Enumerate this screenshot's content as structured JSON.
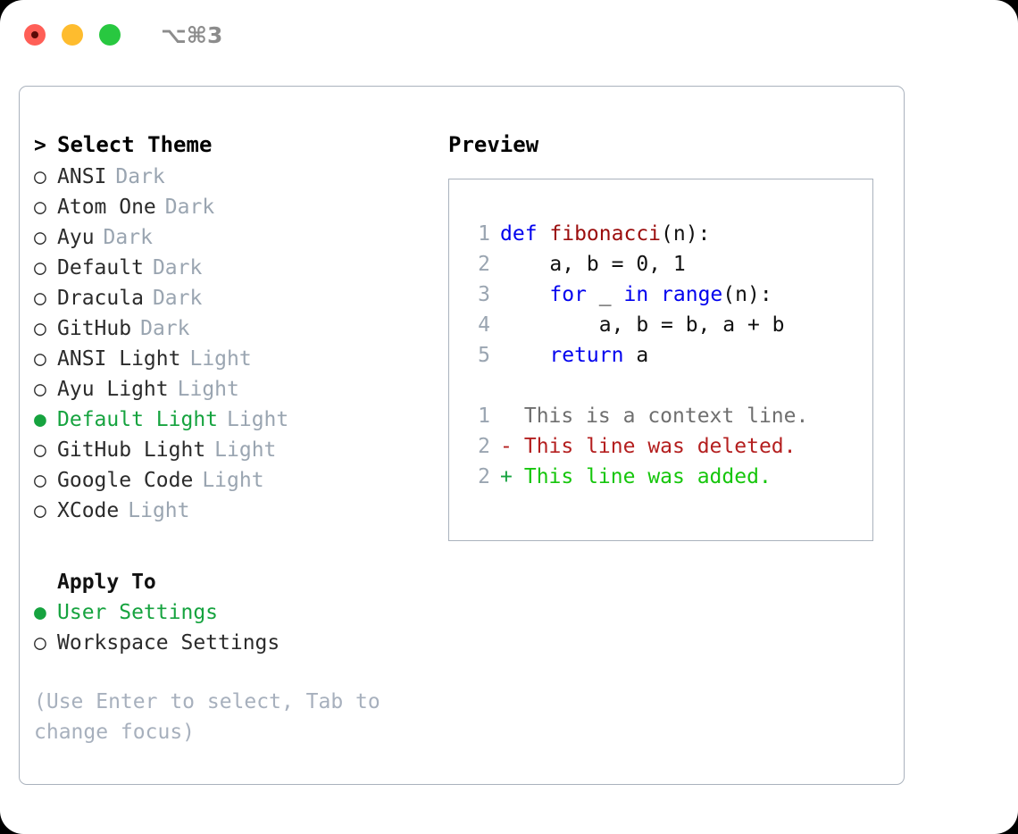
{
  "window": {
    "shortcut": "⌥⌘3",
    "traffic_lights": [
      {
        "name": "close",
        "color": "#ff5f57"
      },
      {
        "name": "minimize",
        "color": "#febc2e"
      },
      {
        "name": "maximize",
        "color": "#28c840"
      }
    ]
  },
  "theme_list": {
    "header_prefix": ">",
    "header": "Select Theme",
    "items": [
      {
        "marker": "○",
        "name": "ANSI",
        "tag": "Dark",
        "selected": false
      },
      {
        "marker": "○",
        "name": "Atom One",
        "tag": "Dark",
        "selected": false
      },
      {
        "marker": "○",
        "name": "Ayu",
        "tag": "Dark",
        "selected": false
      },
      {
        "marker": "○",
        "name": "Default",
        "tag": "Dark",
        "selected": false
      },
      {
        "marker": "○",
        "name": "Dracula",
        "tag": "Dark",
        "selected": false
      },
      {
        "marker": "○",
        "name": "GitHub",
        "tag": "Dark",
        "selected": false
      },
      {
        "marker": "○",
        "name": "ANSI Light",
        "tag": "Light",
        "selected": false
      },
      {
        "marker": "○",
        "name": "Ayu Light",
        "tag": "Light",
        "selected": false
      },
      {
        "marker": "●",
        "name": "Default Light",
        "tag": "Light",
        "selected": true
      },
      {
        "marker": "○",
        "name": "GitHub Light",
        "tag": "Light",
        "selected": false
      },
      {
        "marker": "○",
        "name": "Google Code",
        "tag": "Light",
        "selected": false
      },
      {
        "marker": "○",
        "name": "XCode",
        "tag": "Light",
        "selected": false
      }
    ]
  },
  "apply_to": {
    "header": "Apply To",
    "items": [
      {
        "marker": "●",
        "label": "User Settings",
        "selected": true
      },
      {
        "marker": "○",
        "label": "Workspace Settings",
        "selected": false
      }
    ]
  },
  "hint": "(Use Enter to select, Tab to change focus)",
  "preview": {
    "title": "Preview",
    "code_lines": [
      {
        "lineno": "1",
        "marker": "",
        "tokens": [
          {
            "text": "def ",
            "type": "kw"
          },
          {
            "text": "fibonacci",
            "type": "fn"
          },
          {
            "text": "(n):",
            "type": "plain"
          }
        ]
      },
      {
        "lineno": "2",
        "marker": "",
        "tokens": [
          {
            "text": "    a, b = 0, 1",
            "type": "plain"
          }
        ]
      },
      {
        "lineno": "3",
        "marker": "",
        "tokens": [
          {
            "text": "    ",
            "type": "plain"
          },
          {
            "text": "for",
            "type": "kw"
          },
          {
            "text": " _ ",
            "type": "plain"
          },
          {
            "text": "in",
            "type": "kw"
          },
          {
            "text": " ",
            "type": "plain"
          },
          {
            "text": "range",
            "type": "kw"
          },
          {
            "text": "(n):",
            "type": "plain"
          }
        ]
      },
      {
        "lineno": "4",
        "marker": "",
        "tokens": [
          {
            "text": "        a, b = b, a + b",
            "type": "plain"
          }
        ]
      },
      {
        "lineno": "5",
        "marker": "",
        "tokens": [
          {
            "text": "    ",
            "type": "plain"
          },
          {
            "text": "return",
            "type": "kw"
          },
          {
            "text": " a",
            "type": "plain"
          }
        ]
      }
    ],
    "diff_lines": [
      {
        "lineno": "1",
        "marker": " ",
        "kind": "ctx",
        "text": " This is a context line."
      },
      {
        "lineno": "2",
        "marker": "-",
        "kind": "del",
        "text": " This line was deleted."
      },
      {
        "lineno": "2",
        "marker": "+",
        "kind": "add",
        "text": " This line was added."
      }
    ]
  },
  "colors": {
    "accent_green": "#16a33f",
    "diff_add": "#16c60c",
    "diff_del": "#b41f1f",
    "muted": "#9aa5b1",
    "keyword": "#0000ee",
    "function": "#9b0d0d",
    "border": "#aab2bd"
  }
}
